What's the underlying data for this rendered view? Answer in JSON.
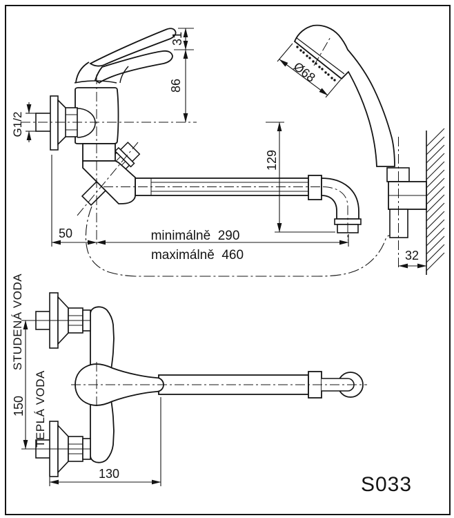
{
  "drawing": {
    "model": "S033",
    "top_view": {
      "thread_label": "G1/2",
      "dim_handle_travel": "31",
      "dim_body_height": "86",
      "dim_spout_drop": "129",
      "dim_wall_offset": "50",
      "dim_min": "minimálně  290",
      "dim_max": "maximálně  460",
      "dim_holder_offset": "32",
      "dim_head_diameter": "Ø68"
    },
    "bottom_view": {
      "cold_label": "STUDENÁ VODA",
      "hot_label": "TEPLÁ VODA",
      "dim_inlet_spacing": "150",
      "dim_body_width": "130"
    }
  }
}
